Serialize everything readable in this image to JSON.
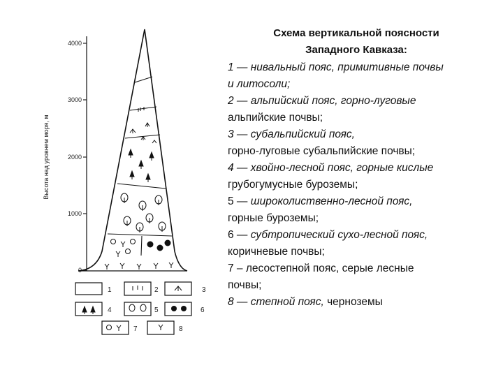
{
  "title_line1": "Схема вертикальной поясности",
  "title_line2": "Западного Кавказа:",
  "axis_label": "Высота над уровнем моря, м",
  "axis_ticks": [
    "4000",
    "3000",
    "2000",
    "1000",
    "0"
  ],
  "zones": [
    {
      "num": "1",
      "lead": "1 — ",
      "name": "нивальный пояс, примитивные почвы",
      "soil": "и литосоли;"
    },
    {
      "num": "2",
      "lead": "2 — ",
      "name": "альпийский пояс, горно-луговые",
      "soil": "альпийские почвы;"
    },
    {
      "num": "3",
      "lead": " 3 — ",
      "name": "субальпийский пояс,",
      "soil": "горно-луговые субальпийские почвы;"
    },
    {
      "num": "4",
      "lead": " 4 — ",
      "name": "хвойно-лесной пояс, горные кислые",
      "soil": "грубогумусные буроземы;"
    },
    {
      "num": "5",
      "lead": "5 — ",
      "name": "широколиственно-лесной пояс,",
      "soil": "горные буроземы;"
    },
    {
      "num": "6",
      "lead": "6 — ",
      "name": "субтропический сухо-лесной пояс,",
      "soil": "коричневые почвы;"
    },
    {
      "num": "7",
      "lead": "7 – ",
      "name": "лесостепной пояс, серые лесные",
      "soil": "почвы;"
    },
    {
      "num": "8",
      "lead": "8 — ",
      "name": "степной пояс,",
      "soil": " черноземы"
    }
  ],
  "legend_keys": [
    "1",
    "2",
    "3",
    "4",
    "5",
    "6",
    "7",
    "8"
  ]
}
